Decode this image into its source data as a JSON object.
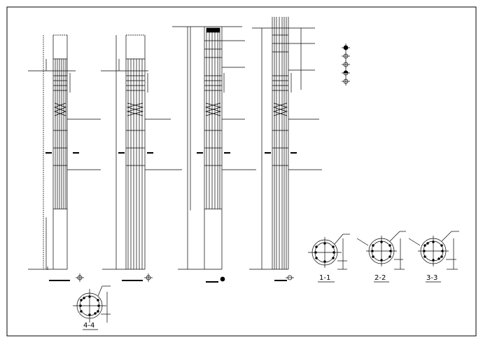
{
  "drawing": {
    "line_color": "#000000",
    "background": "#ffffff",
    "piles": [
      {
        "id": "pile-1"
      },
      {
        "id": "pile-2"
      },
      {
        "id": "pile-3"
      },
      {
        "id": "pile-4"
      }
    ],
    "sections": [
      {
        "id": "section-1-1",
        "label": "1-1"
      },
      {
        "id": "section-2-2",
        "label": "2-2"
      },
      {
        "id": "section-3-3",
        "label": "3-3"
      },
      {
        "id": "section-4-4",
        "label": "4-4"
      }
    ],
    "legend_symbols": [
      "rebar-symbol-1",
      "rebar-symbol-2",
      "rebar-symbol-3",
      "rebar-symbol-4",
      "rebar-symbol-5"
    ]
  }
}
